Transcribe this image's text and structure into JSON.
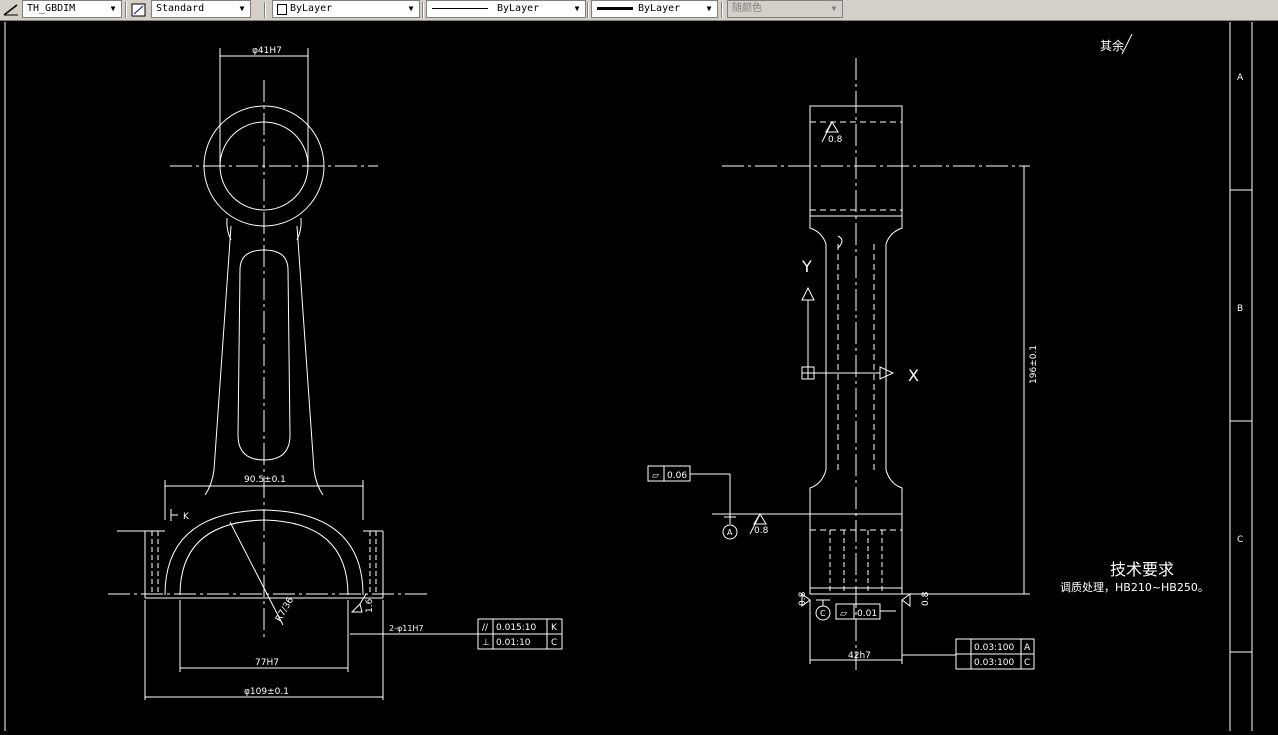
{
  "toolbar": {
    "dimstyle": "TH_GBDIM",
    "textstyle": "Standard",
    "layer": "ByLayer",
    "linetype": "ByLayer",
    "lineweight": "ByLayer",
    "color": "随颜色"
  },
  "drawing": {
    "roughness_other": "其余",
    "dim_top_bore": "φ41H7",
    "dim_width_90": "90.5±0.1",
    "dim_bore_77": "77H7",
    "dim_overall_109": "φ109±0.1",
    "dim_r": "R7/36",
    "dim_holes": "2-φ11H7",
    "roughness_16": "1.6",
    "datum_k": "K",
    "tol_k_sym": "//",
    "tol_k_val": "0.015:10",
    "tol_k_ref": "K",
    "tol_c_sym": "⊥",
    "tol_c_val": "0.01:10",
    "tol_c_ref": "C",
    "roughness_08_top": "0.8",
    "axis_y": "Y",
    "axis_x": "X",
    "dim_length_196": "196±0.1",
    "flat_sym": "▱",
    "flat_val": "0.06",
    "datum_a": "A",
    "roughness_08_mid": "0.8",
    "datum_c": "C",
    "flat_val2": "0.01",
    "roughness_08_left": "0.8",
    "roughness_08_right": "0.8",
    "dim_thick": "42h7",
    "tol_a_val": "0.03:100",
    "tol_a_ref": "A",
    "tol_c2_val": "0.03:100",
    "tol_c2_ref": "C",
    "tech_title": "技术要求",
    "tech_note": "调质处理，HB210~HB250。",
    "border_a": "A",
    "border_b": "B",
    "border_c": "C"
  }
}
